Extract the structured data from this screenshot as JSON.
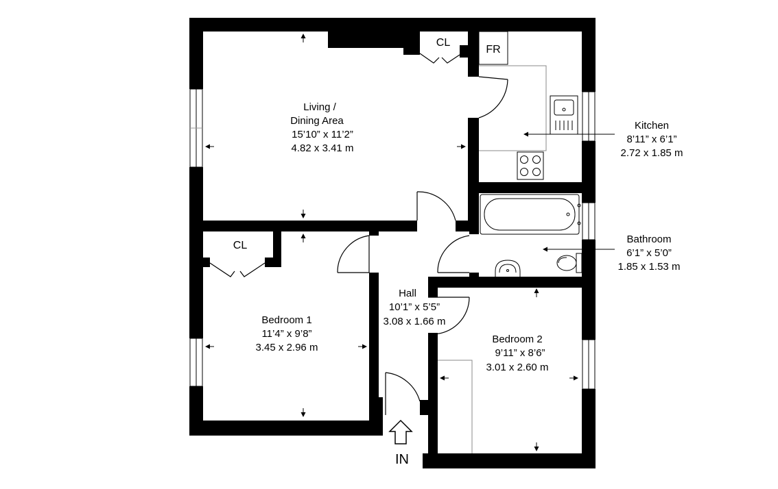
{
  "rooms": {
    "living": {
      "name_line1": "Living /",
      "name_line2": "Dining Area",
      "imperial": "15’10” x 11’2”",
      "metric": "4.82 x 3.41 m"
    },
    "kitchen": {
      "name": "Kitchen",
      "imperial": "8’11” x 6’1”",
      "metric": "2.72 x 1.85 m"
    },
    "bathroom": {
      "name": "Bathroom",
      "imperial": "6’1” x 5’0”",
      "metric": "1.85 x 1.53 m"
    },
    "bedroom1": {
      "name": "Bedroom 1",
      "imperial": "11’4” x 9’8”",
      "metric": "3.45 x 2.96 m"
    },
    "bedroom2": {
      "name": "Bedroom 2",
      "imperial": "9’11” x 8’6”",
      "metric": "3.01 x 2.60 m"
    },
    "hall": {
      "name": "Hall",
      "imperial": "10’1” x 5’5”",
      "metric": "3.08 x 1.66 m"
    }
  },
  "fixtures": {
    "closet_living": "CL",
    "closet_bedroom1": "CL",
    "fridge": "FR"
  },
  "entrance": {
    "label": "IN"
  },
  "colors": {
    "wall": "#000000",
    "background": "#ffffff",
    "fixture_line": "#888888"
  }
}
